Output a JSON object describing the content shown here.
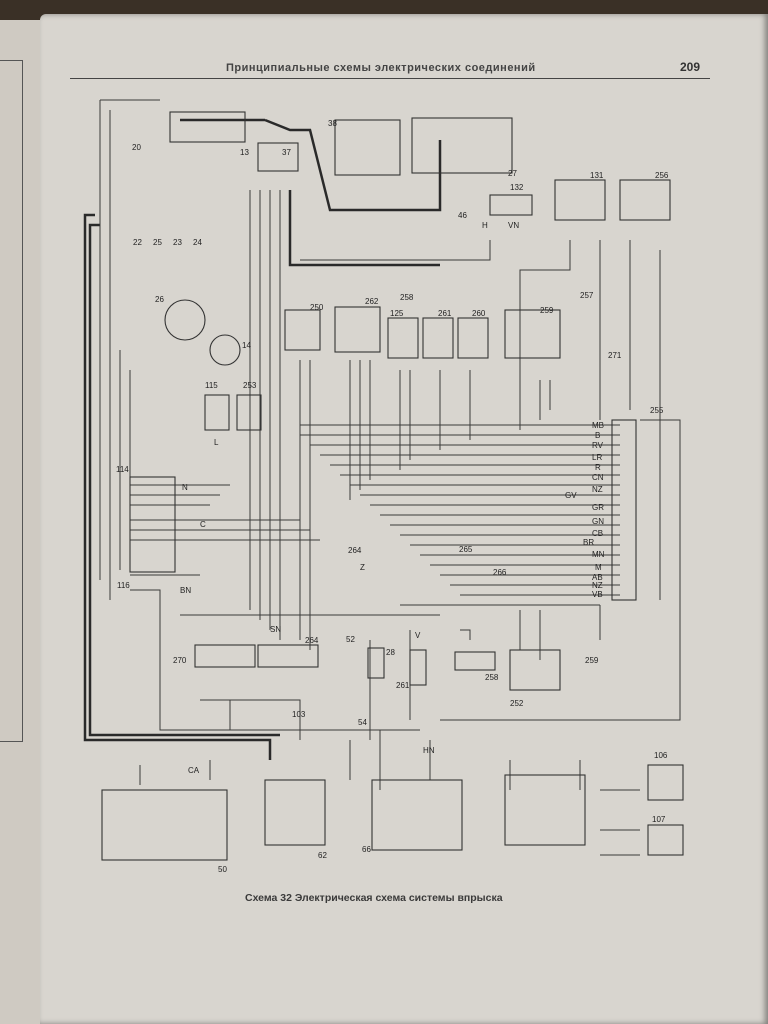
{
  "header": {
    "title": "Принципиальные схемы электрических соединений",
    "page_number": "209"
  },
  "caption": "Схема 32 Электрическая схема системы впрыска",
  "components": [
    "20",
    "13",
    "37",
    "38",
    "27",
    "132",
    "131",
    "256",
    "46",
    "22",
    "25",
    "23",
    "24",
    "26",
    "14",
    "250",
    "262",
    "258",
    "125",
    "261",
    "260",
    "259",
    "271",
    "257",
    "115",
    "253",
    "114",
    "116",
    "255",
    "264",
    "265",
    "266",
    "270",
    "264",
    "52",
    "28",
    "261",
    "258",
    "252",
    "259",
    "103",
    "54",
    "50",
    "62",
    "66",
    "106",
    "107"
  ],
  "wire_codes": [
    "MB",
    "B",
    "RV",
    "LR",
    "R",
    "CN",
    "NZ",
    "GV",
    "GR",
    "GN",
    "CB",
    "BR",
    "MN",
    "M",
    "AB",
    "NZ",
    "VB",
    "N",
    "BN",
    "C",
    "V",
    "L",
    "H",
    "VN",
    "HN",
    "CA",
    "SN",
    "Z"
  ]
}
